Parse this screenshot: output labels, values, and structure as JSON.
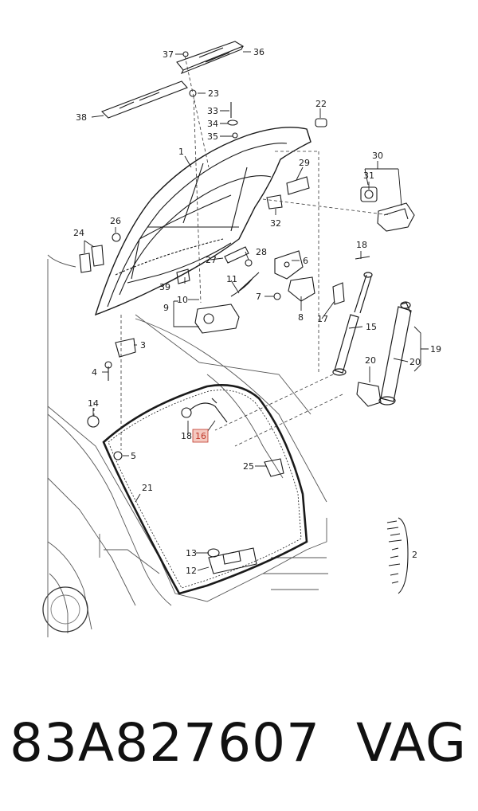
{
  "diagram": {
    "callouts": [
      "1",
      "2",
      "3",
      "4",
      "5",
      "6",
      "7",
      "8",
      "9",
      "10",
      "11",
      "12",
      "13",
      "14",
      "15",
      "16",
      "17",
      "18",
      "18",
      "19",
      "20",
      "20",
      "21",
      "22",
      "23",
      "24",
      "25",
      "26",
      "27",
      "28",
      "29",
      "30",
      "31",
      "32",
      "33",
      "34",
      "35",
      "36",
      "37",
      "38",
      "39"
    ],
    "highlighted_callout": "16",
    "accent_color": "#f4c9c0",
    "line_color": "#1a1a1a"
  },
  "footer": {
    "part_number": "83A827607",
    "brand": "VAG"
  }
}
